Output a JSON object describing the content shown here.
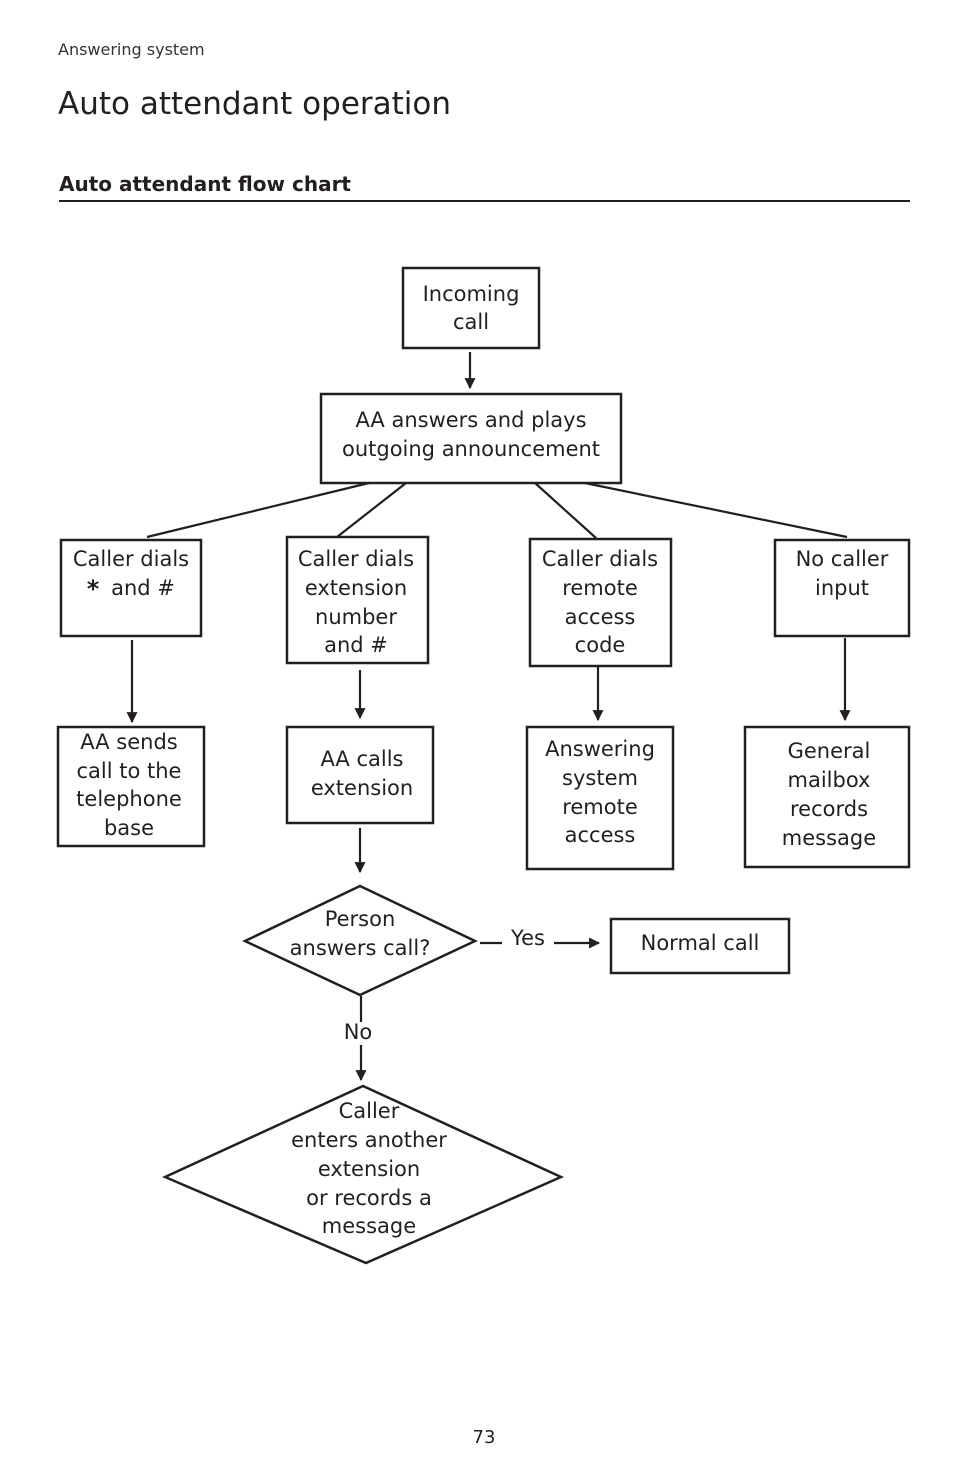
{
  "header": {
    "running_title": "Answering system",
    "title": "Auto attendant operation",
    "section_heading": "Auto attendant flow chart"
  },
  "flowchart": {
    "incoming": [
      "Incoming",
      "call"
    ],
    "aa_answers": [
      "AA answers and plays",
      "outgoing announcement"
    ],
    "star_hash": {
      "star": "*",
      "rest": "and #",
      "line1": "Caller dials"
    },
    "extension": [
      "Caller dials",
      "extension",
      "number",
      "and #"
    ],
    "remote_code": [
      "Caller dials",
      "remote",
      "access",
      "code"
    ],
    "no_input": [
      "No caller",
      "input"
    ],
    "sends_base": [
      "AA sends",
      "call to the",
      "telephone",
      "base"
    ],
    "calls_ext": [
      "AA calls",
      "extension"
    ],
    "remote_access": [
      "Answering",
      "system",
      "remote",
      "access"
    ],
    "mailbox": [
      "General",
      "mailbox",
      "records",
      "message"
    ],
    "person_answers": [
      "Person",
      "answers call?"
    ],
    "yes_label": "Yes",
    "no_label": "No",
    "normal_call": "Normal call",
    "caller_enters": [
      "Caller",
      "enters another",
      "extension",
      "or records a",
      "message"
    ]
  },
  "footer": {
    "page_number": "73"
  }
}
